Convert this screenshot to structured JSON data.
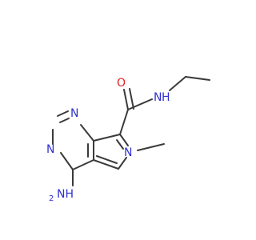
{
  "molecule": {
    "atoms": {
      "n1": "N",
      "n3": "N",
      "n6": "N",
      "amide_n": "N",
      "amide_h": "H",
      "amino_nh": "NH",
      "amino_sub": "2",
      "carbonyl_o": "O"
    },
    "colors": {
      "bond": "#3a3a3a",
      "nitrogen": "#2f2fd0",
      "oxygen": "#e02020"
    }
  }
}
